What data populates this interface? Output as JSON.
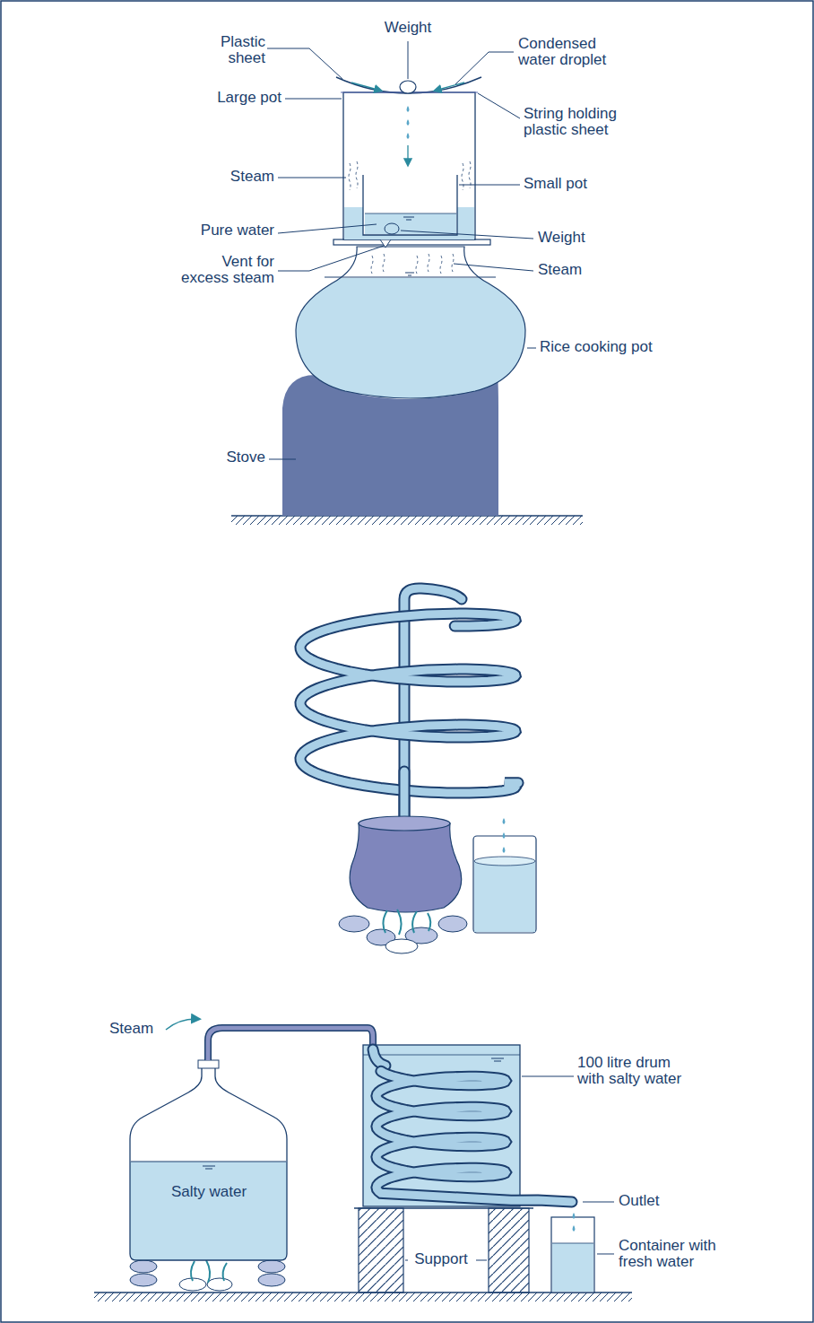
{
  "diagram": {
    "labels": [
      "Weight",
      "Plastic sheet",
      "Condensed water droplet",
      "Large pot",
      "String holding plastic sheet",
      "Steam",
      "Small pot",
      "Pure water",
      "Weight",
      "Vent for excess steam",
      "Steam",
      "Rice cooking pot",
      "Stove",
      "Steam",
      "100 litre drum with salty water",
      "Salty water",
      "Outlet",
      "Support",
      "Container with fresh water"
    ]
  }
}
